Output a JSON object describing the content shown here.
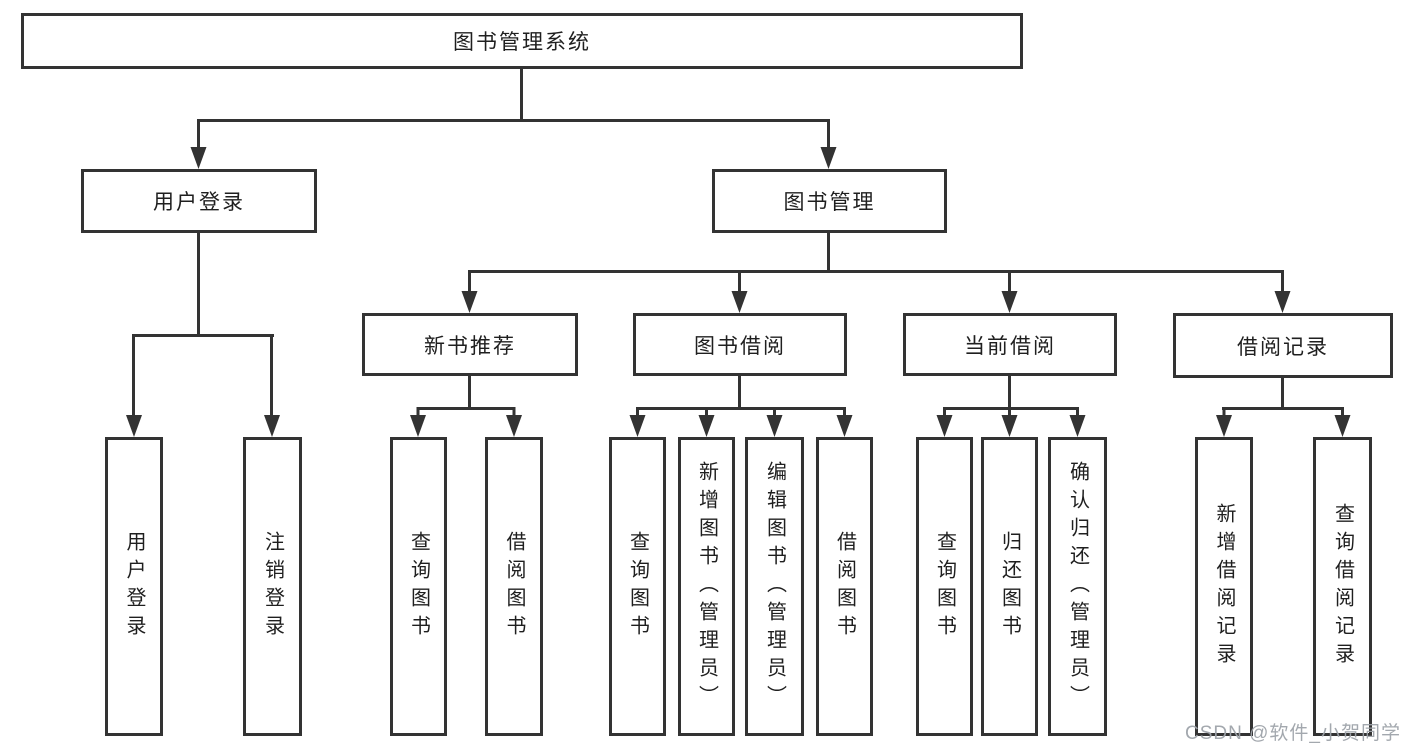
{
  "diagram_title": "图书管理系统",
  "colors": {
    "line": "#333333",
    "box_border": "#333333",
    "box_fill": "#ffffff",
    "text": "#1f1f1f",
    "watermark": "#9ea3aa"
  },
  "tree": {
    "root": {
      "label": "图书管理系统"
    },
    "branches": [
      {
        "label": "用户登录",
        "children": [
          {
            "label": "用户登录"
          },
          {
            "label": "注销登录"
          }
        ]
      },
      {
        "label": "图书管理",
        "groups": [
          {
            "label": "新书推荐",
            "children": [
              {
                "label": "查询图书"
              },
              {
                "label": "借阅图书"
              }
            ]
          },
          {
            "label": "图书借阅",
            "children": [
              {
                "label": "查询图书"
              },
              {
                "label": "新增图书（管理员）"
              },
              {
                "label": "编辑图书（管理员）"
              },
              {
                "label": "借阅图书"
              }
            ]
          },
          {
            "label": "当前借阅",
            "children": [
              {
                "label": "查询图书"
              },
              {
                "label": "归还图书"
              },
              {
                "label": "确认归还（管理员）"
              }
            ]
          },
          {
            "label": "借阅记录",
            "children": [
              {
                "label": "新增借阅记录"
              },
              {
                "label": "查询借阅记录"
              }
            ]
          }
        ]
      }
    ]
  },
  "watermark": {
    "text": "CSDN @软件_小贺同学"
  }
}
